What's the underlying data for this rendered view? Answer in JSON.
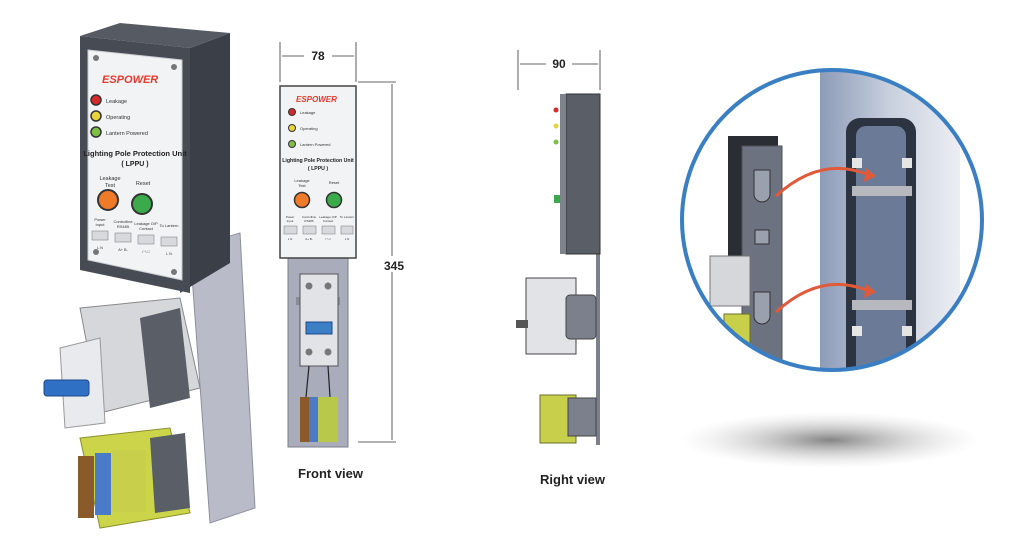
{
  "brand": {
    "name": "ESPOWER",
    "color": "#e8392b"
  },
  "panel": {
    "indicators": [
      {
        "label": "Leakage",
        "color": "#d42a2a"
      },
      {
        "label": "Operating",
        "color": "#e8d43a"
      },
      {
        "label": "Lantern Powered",
        "color": "#7cc04a"
      }
    ],
    "title_line1": "Lighting Pole Protection Unit",
    "title_line2": "( LPPU )",
    "buttons": [
      {
        "label_line1": "Leakage",
        "label_line2": "Test",
        "color": "#ef7a2a"
      },
      {
        "label_line1": "Reset",
        "label_line2": "",
        "color": "#3aaa4a"
      }
    ],
    "terminals": [
      {
        "line1": "Power",
        "line2": "Input",
        "pins": "L    N"
      },
      {
        "line1": "Controlline",
        "line2": "RS485",
        "pins": "A+  B-"
      },
      {
        "line1": "Leakage O/P",
        "line2": "Contact",
        "pins": "/⁻\\ □"
      },
      {
        "line1": "To Lantern",
        "line2": "",
        "pins": "L    N"
      }
    ]
  },
  "dimensions": {
    "width": "78",
    "height": "345",
    "depth": "90"
  },
  "captions": {
    "front": "Front view",
    "right": "Right view"
  },
  "colors": {
    "accent_blue": "#3a7fc4",
    "arrow": "#e05a3a",
    "terminal_green": "#b8c84a",
    "terminal_blue": "#4a7ac8"
  }
}
